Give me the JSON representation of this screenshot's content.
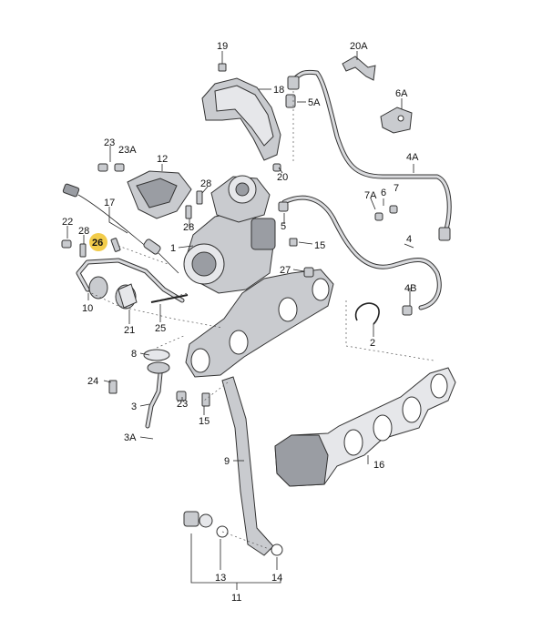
{
  "labels": {
    "l1": "1",
    "l2": "2",
    "l3": "3",
    "l3a": "3A",
    "l4": "4",
    "l4a": "4A",
    "l4b": "4B",
    "l5": "5",
    "l5a": "5A",
    "l6": "6",
    "l6a": "6A",
    "l7": "7",
    "l7a": "7A",
    "l8": "8",
    "l9": "9",
    "l10": "10",
    "l11": "11",
    "l12": "12",
    "l13": "13",
    "l14": "14",
    "l15a": "15",
    "l15b": "15",
    "l16": "16",
    "l17": "17",
    "l18": "18",
    "l19": "19",
    "l20": "20",
    "l20a": "20A",
    "l21": "21",
    "l22": "22",
    "l23a": "23",
    "l23b": "23",
    "l23c": "23A",
    "l24": "24",
    "l25": "25",
    "l26": "26",
    "l27": "27",
    "l28a": "28",
    "l28b": "28",
    "l28c": "28"
  },
  "highlight": {
    "label": "26",
    "color": "#f2cc4a"
  }
}
